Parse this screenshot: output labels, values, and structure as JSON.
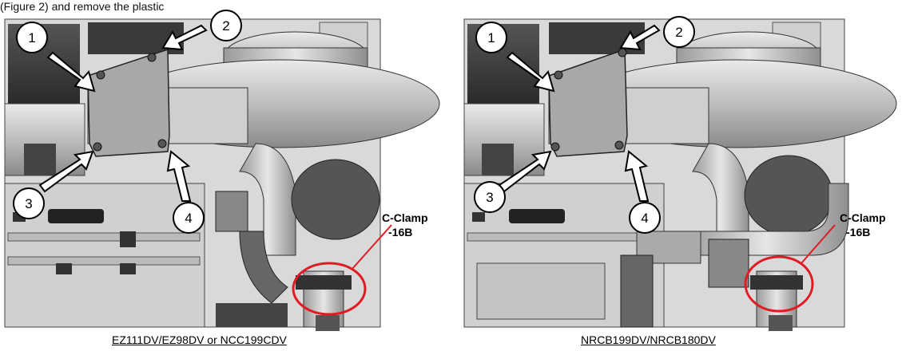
{
  "header_fragment": "(Figure 2) and remove the plastic",
  "figures": [
    {
      "caption": "EZ111DV/EZ98DV or NCC199CDV",
      "callouts": [
        "1",
        "2",
        "3",
        "4"
      ],
      "clamp_label": {
        "line1": "C-Clamp",
        "line2": "-16B"
      }
    },
    {
      "caption": "NRCB199DV/NRCB180DV",
      "callouts": [
        "1",
        "2",
        "3",
        "4"
      ],
      "clamp_label": {
        "line1": "C-Clamp",
        "line2": "-16B"
      }
    }
  ],
  "colors": {
    "highlight": "#e11b22",
    "arrow_fill": "#ffffff",
    "arrow_stroke": "#000000"
  }
}
